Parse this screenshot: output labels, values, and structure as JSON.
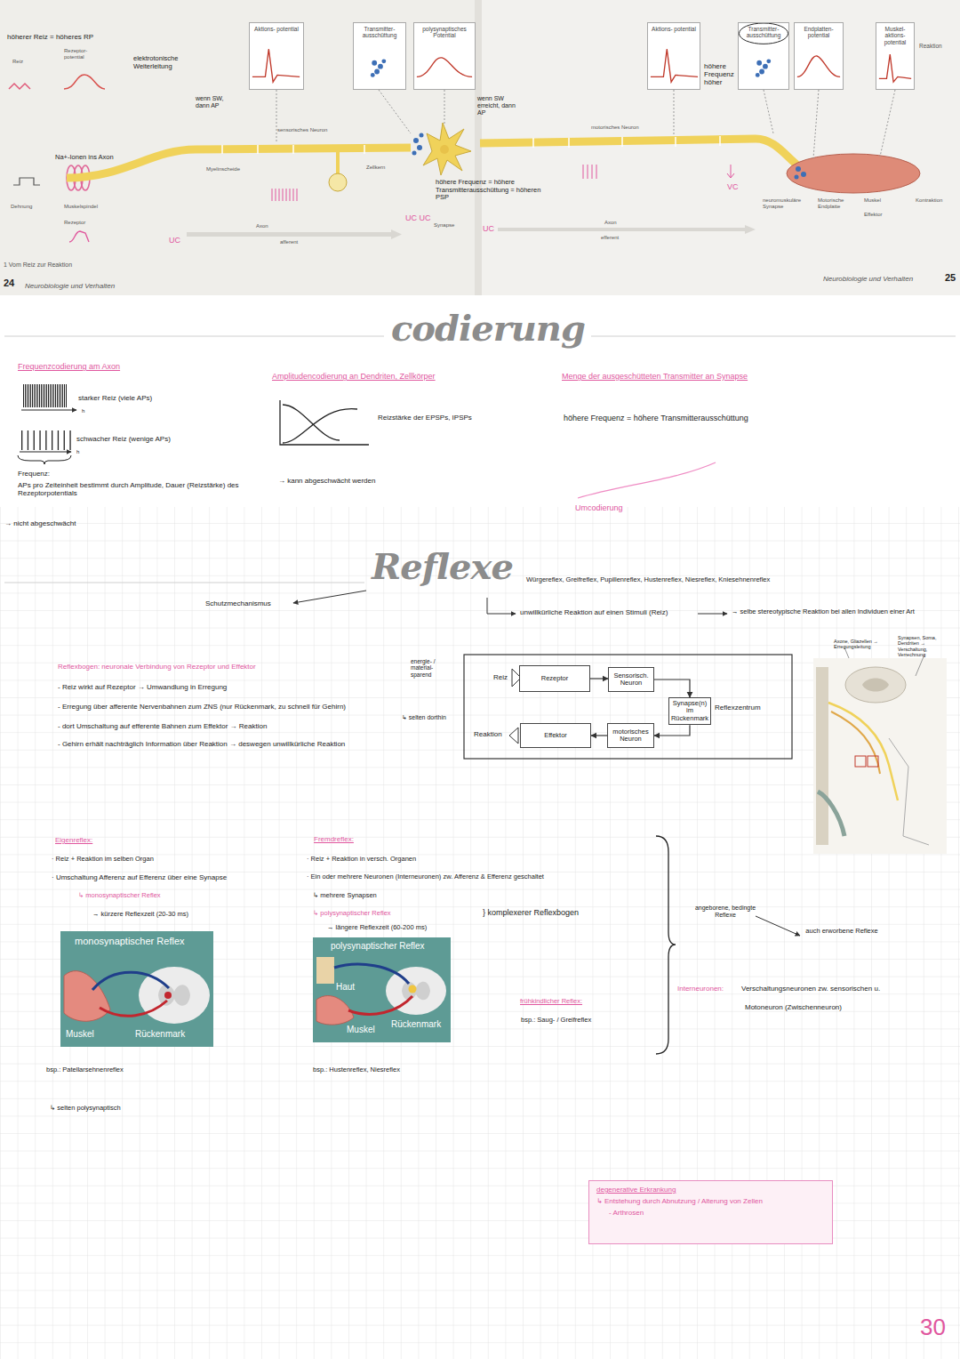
{
  "diagram": {
    "nodes": [
      {
        "text": [
          "Aktions- potential"
        ]
      },
      {
        "text": [
          "Transmitter- ausschüttung"
        ]
      },
      {
        "text": [
          "polysynaptisches Potential"
        ]
      },
      {
        "text": [
          "Aktions- potential"
        ]
      },
      {
        "text": [
          "Transmitter- ausschüttung"
        ]
      },
      {
        "text": [
          "Endplatten- potential"
        ]
      },
      {
        "text": [
          "Muskel- aktions- potential"
        ]
      },
      {
        "text": [
          "Rezeptor"
        ]
      },
      {
        "text": [
          "Sensorisch. Neuron"
        ]
      },
      {
        "text": [
          "Synapse(n) im Rückenmark"
        ]
      },
      {
        "text": [
          "motorisches Neuron"
        ]
      },
      {
        "text": [
          "Effektor"
        ]
      },
      {
        "text": [
          "monosynaptischer Reflex",
          "Muskel",
          "Rückenmark"
        ]
      },
      {
        "text": [
          "polysynaptischer Reflex",
          "Haut",
          "Muskel",
          "Rückenmark"
        ]
      },
      {
        "text": [
          "degenerative Erkrankung",
          "↳ Entstehung durch Abnutzung / Alterung von Zellen",
          "- Arthrosen"
        ]
      }
    ],
    "edges": [
      {
        "from": 7,
        "to": 8,
        "arrow": "to"
      },
      {
        "from": 8,
        "to": 9,
        "arrow": "to"
      },
      {
        "from": 9,
        "to": 10,
        "arrow": "to"
      },
      {
        "from": 10,
        "to": 11,
        "arrow": "to"
      }
    ],
    "labels": [
      "höherer Reiz = höheres RP",
      "Reiz",
      "Rezeptor- potential",
      "elektrotonische Weiterleitung",
      "Na+-Ionen ins Axon",
      "Dehnung",
      "Muskelspindel",
      "Rezeptor",
      "wenn SW, dann AP",
      "sensorisches Neuron",
      "Myelinscheide",
      "Zellkern",
      "Axon",
      "afferent",
      "UC",
      "UC UC",
      "Synapse",
      "UC",
      "wenn SW erreicht, dann AP",
      "höhere Frequenz = höhere Transmitterausschüttung = höheren PSP",
      "motorisches Neuron",
      "Axon",
      "efferent",
      "höhere Frequenz höher",
      "VC",
      "neuromuskuläre Synapse",
      "Motorische Endplatte",
      "Muskel",
      "Effektor",
      "Kontraktion",
      "Reaktion",
      "1 Vom Reiz zur Reaktion",
      "24",
      "Neurobiologie und Verhalten",
      "Neurobiologie und Verhalten",
      "25",
      "codierung",
      "Frequenzcodierung am Axon",
      "starker Reiz (viele APs)",
      "h",
      "schwacher Reiz (wenige APs)",
      "h",
      "Frequenz:",
      "APs pro Zeiteinheit bestimmt durch Amplitude, Dauer (Reizstärke) des Rezeptorpotentials",
      "→ nicht abgeschwächt",
      "Amplitudencodierung an Dendriten, Zellkörper",
      "Reizstärke der EPSPs, IPSPs",
      "→ kann abgeschwächt werden",
      "Menge der ausgeschütteten Transmitter an Synapse",
      "höhere Frequenz = höhere Transmitterausschüttung",
      "Umcodierung",
      "Reflexe",
      "Würgereflex, Greifreflex, Pupillenreflex, Hustenreflex, Niesreflex, Kniesehnenreflex",
      "Schutzmechanismus",
      "unwillkürliche Reaktion auf einen Stimuli (Reiz)",
      "→ selbe stereotypische Reaktion bei allen Individuen einer Art",
      "Reflexbogen: neuronale Verbindung von Rezeptor und Effektor",
      "- Reiz wirkt auf Rezeptor → Umwandlung in Erregung",
      "- Erregung über afferente Nervenbahnen zum ZNS (nur Rückenmark, zu schnell für Gehirn)",
      "↳ selten dorthin",
      "energie- / material- sparend",
      "- dort Umschaltung auf efferente Bahnen zum Effektor → Reaktion",
      "- Gehirn erhält nachträglich Information über Reaktion → deswegen unwillkürliche Reaktion",
      "Reiz",
      "Reaktion",
      "Reflexzentrum",
      "Axone, Gliazellen → Erregungsleitung",
      "Synapsen, Soma, Dendriten → Verschaltung, Verrechnung",
      "Eigenreflex:",
      "· Reiz + Reaktion im selben Organ",
      "· Umschaltung Afferenz auf Efferenz über eine Synapse",
      "↳ monosynaptischer Reflex",
      "→ kürzere Reflexzeit (20-30 ms)",
      "bsp.: Patellarsehnenreflex",
      "↳ selten polysynaptisch",
      "Fremdreflex:",
      "· Reiz + Reaktion in versch. Organen",
      "· Ein oder mehrere Neuronen (Interneuronen) zw. Afferenz & Efferenz geschaltet",
      "↳ mehrere Synapsen",
      "↳ polysynaptischer Reflex",
      "→ längere Reflexzeit (60-200 ms)",
      "} komplexerer Reflexbogen",
      "bsp.: Hustenreflex, Niesreflex",
      "frühkindlicher Reflex:",
      "bsp.: Saug- / Greifreflex",
      "angeborene, bedingte Reflexe",
      "auch erworbene Reflexe",
      "Interneuronen:",
      "Verschaltungsneuronen zw. sensorischen u.",
      "Motoneuron (Zwischenneuron)",
      "30"
    ]
  }
}
